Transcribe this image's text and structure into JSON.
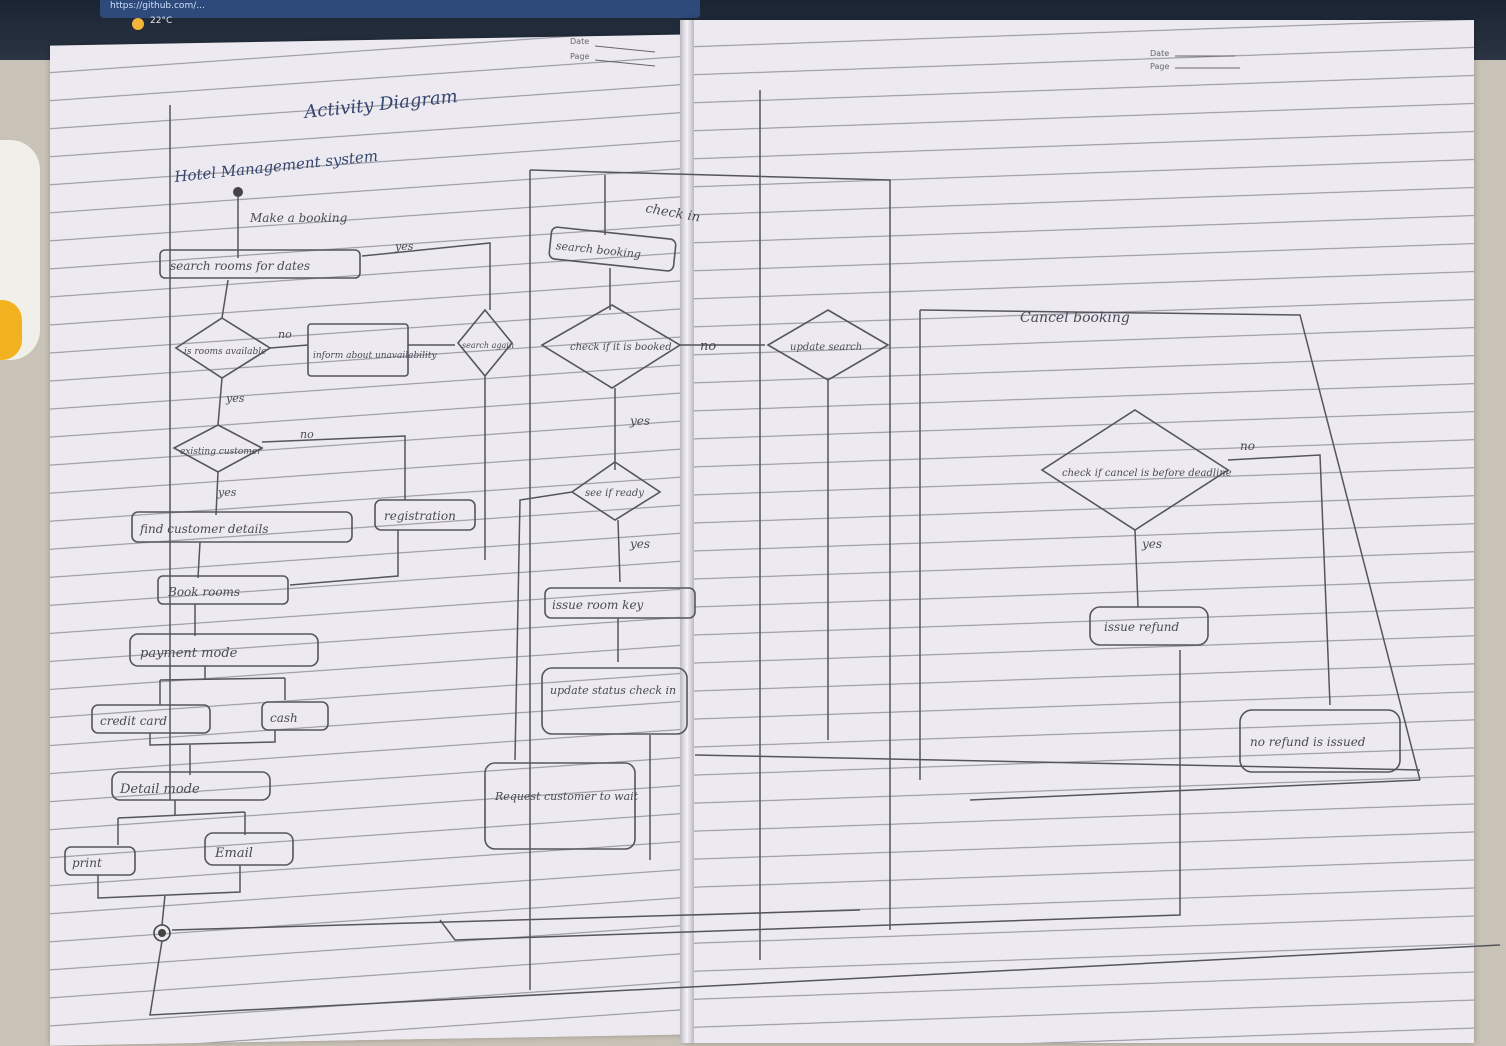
{
  "header": {
    "url": "https://github.com/...",
    "weather": "22°C",
    "date_label_left": "Date",
    "page_label_left": "Page",
    "date_label_right": "Date",
    "page_label_right": "Page"
  },
  "title": "Activity Diagram",
  "subtitle": "Hotel Management system",
  "nodes": {
    "make_booking": "Make a booking",
    "search_rooms": "search rooms for dates",
    "rooms_available": "is rooms available",
    "inform_unavailability": "inform about unavailability",
    "search_again": "search again",
    "existing_customer": "existing customer",
    "find_customer_details": "find customer details",
    "registration": "registration",
    "book_rooms": "Book rooms",
    "payment_mode": "payment mode",
    "credit_card": "credit card",
    "cash": "cash",
    "detail_mode": "Detail mode",
    "print": "print",
    "email": "Email",
    "check_in": "check in",
    "search_booking": "search booking",
    "check_booked": "check if it is booked",
    "update_search": "update search",
    "see_ready": "see if ready",
    "issue_room_key": "issue room key",
    "update_status": "update status check in",
    "request_wait": "Request customer to wait",
    "cancel_booking": "Cancel booking",
    "check_deadline": "check if cancel is before deadline",
    "issue_refund": "issue refund",
    "no_refund": "no refund is issued"
  },
  "edge_labels": {
    "yes": "yes",
    "no": "no"
  }
}
